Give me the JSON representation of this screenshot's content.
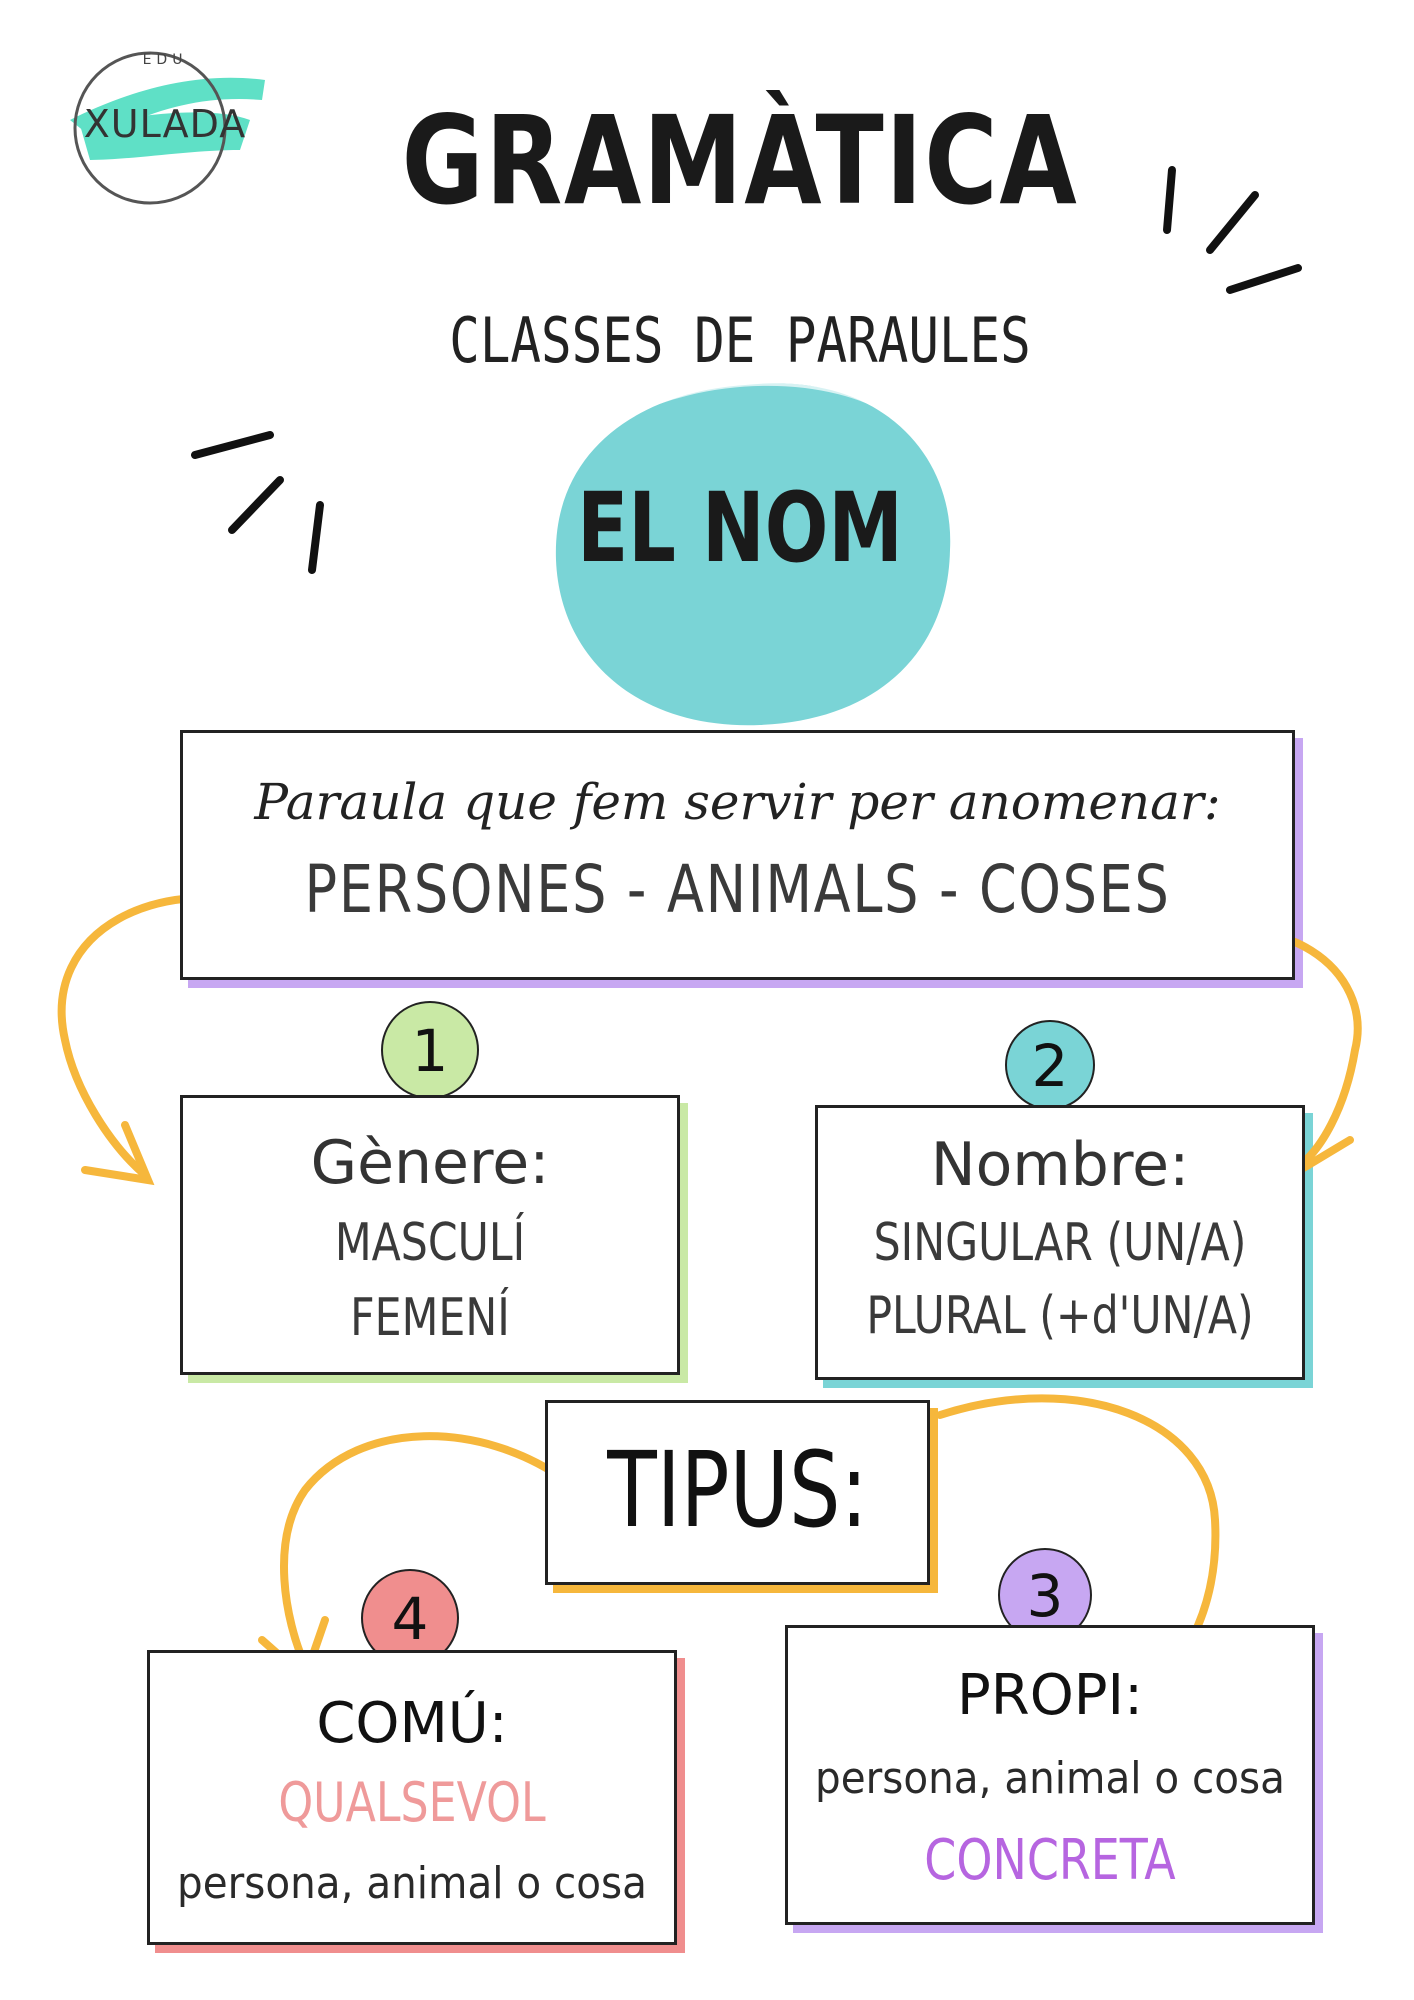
{
  "logo": {
    "top_text": "EDU",
    "word": "XULADA"
  },
  "header": {
    "title": "GRAMÀTICA",
    "subtitle": "CLASSES DE PARAULES"
  },
  "topic": {
    "title": "EL NOM"
  },
  "definition": {
    "intro": "Paraula que fem servir per anomenar:",
    "list": "PERSONES - ANIMALS - COSES"
  },
  "genere": {
    "number": "1",
    "heading": "Gènere:",
    "lines": [
      "MASCULÍ",
      "FEMENÍ"
    ]
  },
  "nombre": {
    "number": "2",
    "heading": "Nombre:",
    "lines": [
      "SINGULAR (UN/A)",
      "PLURAL (+d'UN/A)"
    ]
  },
  "tipus": {
    "label": "TIPUS:"
  },
  "propi": {
    "number": "3",
    "heading": "PROPI:",
    "line1": "persona, animal o cosa",
    "highlight": "CONCRETA"
  },
  "comu": {
    "number": "4",
    "heading": "COMÚ:",
    "highlight": "QUALSEVOL",
    "line2": "persona, animal o cosa"
  },
  "colors": {
    "teal": "#7ad4d6",
    "orange": "#f6b73c",
    "green": "#c9e9a5",
    "pink": "#f08e8e",
    "purple": "#c7a7f2",
    "pink_text": "#ef9a9a",
    "purple_text": "#b665e0"
  }
}
